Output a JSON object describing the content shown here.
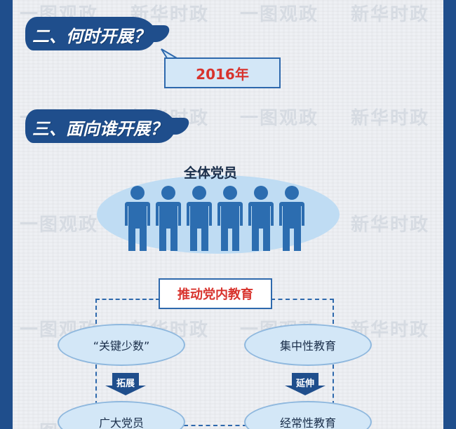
{
  "watermarks": [
    "一图观政",
    "新华时政"
  ],
  "sections": {
    "when": {
      "heading": "二、何时开展？",
      "answer": "2016年"
    },
    "who": {
      "heading": "三、面向谁开展？",
      "group_label": "全体党员",
      "people_count": 6
    }
  },
  "diagram": {
    "top": "推动党内教育",
    "left_top": "“关键少数”",
    "right_top": "集中性教育",
    "left_bottom": "广大党员",
    "right_bottom": "经常性教育",
    "left_arrow": "拓展",
    "right_arrow": "延伸"
  },
  "colors": {
    "frame": "#1f4e8c",
    "accent_red": "#d8332d",
    "light_blue": "#d3e7f7",
    "person": "#2c6db0"
  }
}
